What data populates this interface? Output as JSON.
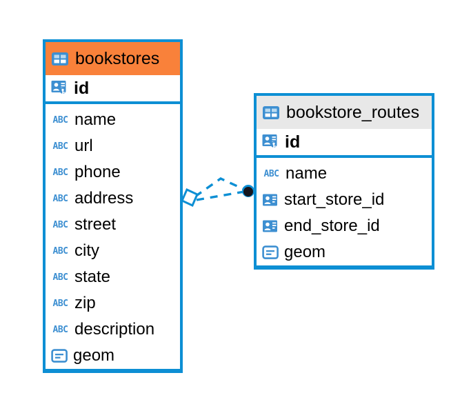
{
  "diagram": {
    "kind": "entity-relationship-diagram",
    "background": "#ffffff",
    "accent_color": "#0d8fd4",
    "highlight_color": "#f9813a",
    "header_color": "#e8e8e8",
    "icon_color": "#3d8fd1",
    "text_color": "#000000"
  },
  "entities": [
    {
      "id": "bookstores",
      "name": "bookstores",
      "header_icon": "table-icon",
      "header_background": "#f9813a",
      "selected": true,
      "primary_key": {
        "name": "id",
        "icon": "primary-key-icon"
      },
      "fields": [
        {
          "name": "name",
          "icon": "text-field-icon"
        },
        {
          "name": "url",
          "icon": "text-field-icon"
        },
        {
          "name": "phone",
          "icon": "text-field-icon"
        },
        {
          "name": "address",
          "icon": "text-field-icon"
        },
        {
          "name": "street",
          "icon": "text-field-icon"
        },
        {
          "name": "city",
          "icon": "text-field-icon"
        },
        {
          "name": "state",
          "icon": "text-field-icon"
        },
        {
          "name": "zip",
          "icon": "text-field-icon"
        },
        {
          "name": "description",
          "icon": "text-field-icon"
        },
        {
          "name": "geom",
          "icon": "geometry-field-icon"
        }
      ]
    },
    {
      "id": "bookstore_routes",
      "name": "bookstore_routes",
      "header_icon": "table-icon",
      "header_background": "#e8e8e8",
      "selected": false,
      "primary_key": {
        "name": "id",
        "icon": "primary-key-icon"
      },
      "fields": [
        {
          "name": "name",
          "icon": "text-field-icon"
        },
        {
          "name": "start_store_id",
          "icon": "foreign-key-icon"
        },
        {
          "name": "end_store_id",
          "icon": "foreign-key-icon"
        },
        {
          "name": "geom",
          "icon": "geometry-field-icon"
        }
      ]
    }
  ],
  "relationship": {
    "source_entity": "bookstores",
    "target_entity": "bookstore_routes",
    "source_endpoint_icon": "diamond-endpoint-icon",
    "target_endpoint_icon": "circle-endpoint-icon",
    "line_style": "dashed",
    "line_color": "#0d8fd4",
    "branches": 2
  }
}
